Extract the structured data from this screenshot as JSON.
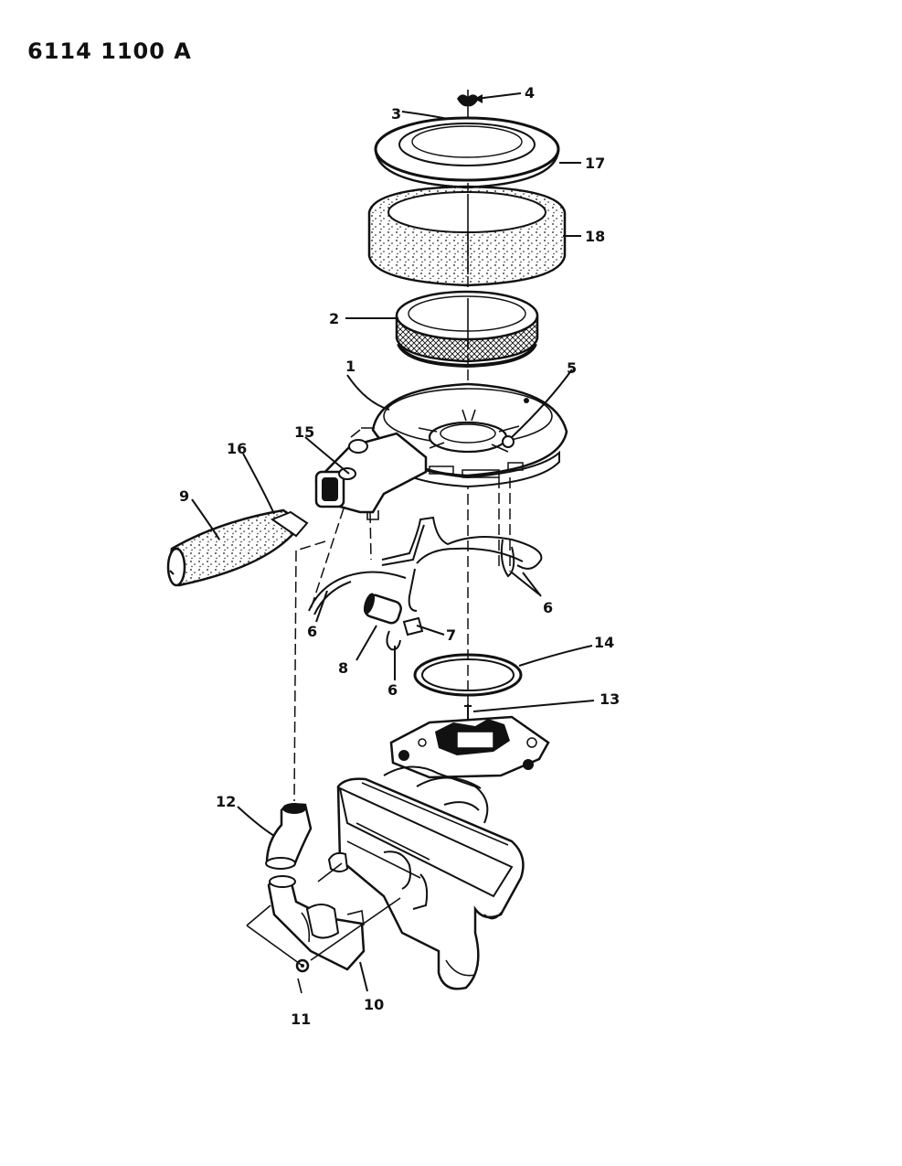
{
  "figure_code": "6114 1100 A",
  "callouts": {
    "c1": "1",
    "c2": "2",
    "c3": "3",
    "c4": "4",
    "c5": "5",
    "c6a": "6",
    "c6b": "6",
    "c6c": "6",
    "c7": "7",
    "c8": "8",
    "c9": "9",
    "c10": "10",
    "c11": "11",
    "c12": "12",
    "c13": "13",
    "c14": "14",
    "c15": "15",
    "c16": "16",
    "c17": "17",
    "c18": "18"
  }
}
